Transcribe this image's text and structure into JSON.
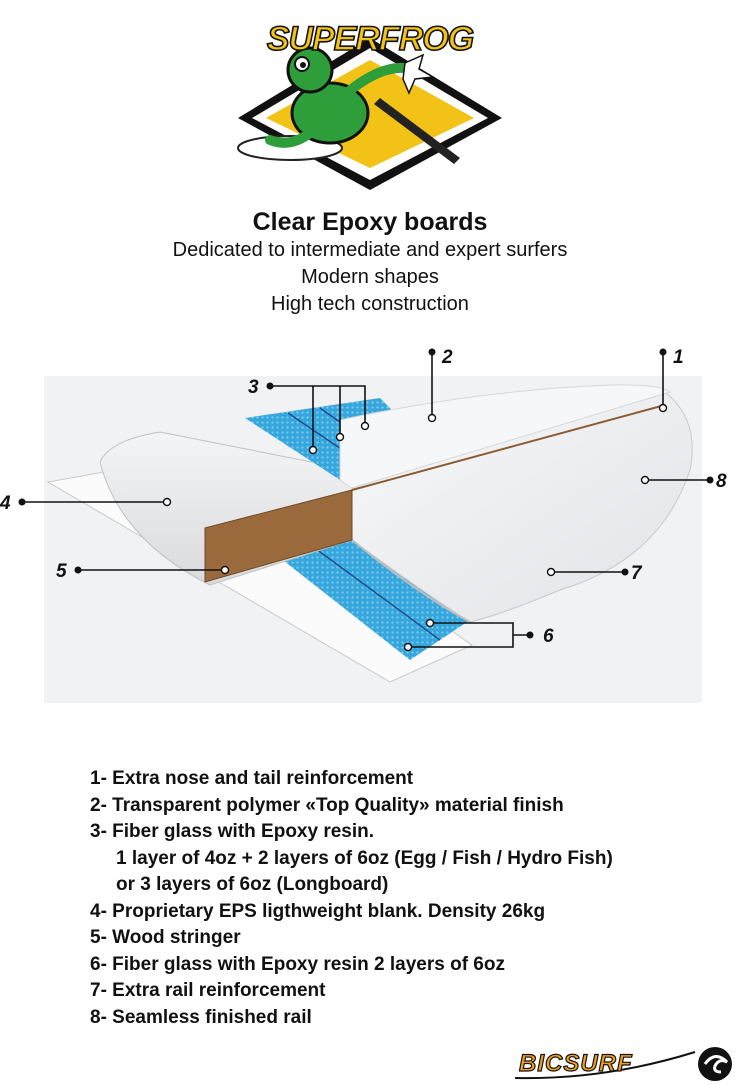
{
  "logo": {
    "brand_text": "SUPERFROG"
  },
  "heading": {
    "title": "Clear Epoxy boards",
    "lines": [
      "Dedicated to intermediate and expert surfers",
      "Modern shapes",
      "High tech construction"
    ]
  },
  "callouts": [
    "1",
    "2",
    "3",
    "4",
    "5",
    "6",
    "7",
    "8"
  ],
  "legend": {
    "items": [
      "1- Extra nose and tail reinforcement",
      "2- Transparent polymer «Top Quality» material finish",
      "3- Fiber glass with Epoxy resin.",
      "1 layer of 4oz + 2 layers of 6oz (Egg / Fish / Hydro Fish)",
      "or 3 layers of 6oz (Longboard)",
      "4- Proprietary EPS ligthweight blank. Density 26kg",
      "5- Wood stringer",
      "6- Fiber glass with Epoxy resin 2 layers of 6oz",
      "7- Extra rail reinforcement",
      "8- Seamless finished rail"
    ]
  },
  "footer": {
    "brand_text": "BICSURF"
  },
  "colors": {
    "frog_green": "#2e9e3a",
    "diamond_yellow": "#f2c316",
    "fiberglass_blue": "#36a6dd",
    "stringer_brown": "#9b6a3c",
    "bic_orange": "#f2a01a"
  }
}
